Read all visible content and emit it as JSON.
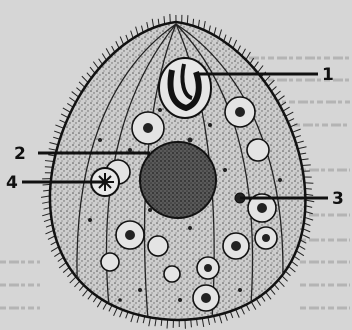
{
  "callouts": [
    {
      "id": "1",
      "label": "1"
    },
    {
      "id": "2",
      "label": "2"
    },
    {
      "id": "3",
      "label": "3"
    },
    {
      "id": "4",
      "label": "4"
    }
  ],
  "colors": {
    "background": "#d6d6d6",
    "ink": "#111111",
    "cell_fill": "#cfcfcf",
    "nucleus": "#4a4a4a"
  }
}
